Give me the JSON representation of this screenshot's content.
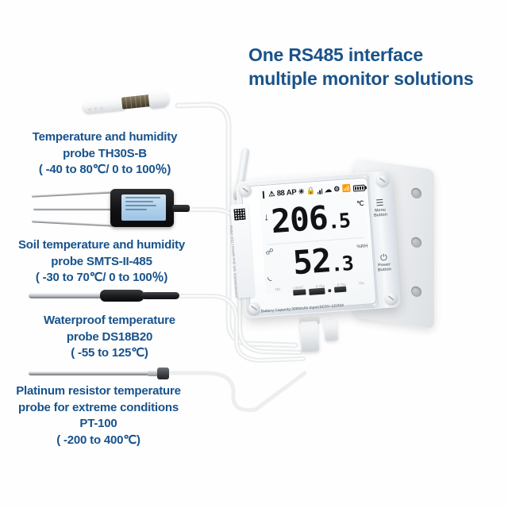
{
  "headline": {
    "line1": "One RS485 interface",
    "line2": "multiple monitor solutions",
    "color": "#1a5289"
  },
  "probes": [
    {
      "id": "th30s-b",
      "name_line1": "Temperature and humidity",
      "name_line2": "probe TH30S-B",
      "range": "( -40 to 80℃/ 0 to 100％)"
    },
    {
      "id": "smts-ii-485",
      "name_line1": "Soil temperature and humidity",
      "name_line2": "probe SMTS-II-485",
      "range": "( -30 to 70℃/ 0 to 100％)"
    },
    {
      "id": "ds18b20",
      "name_line1": "Waterproof temperature",
      "name_line2": "probe DS18B20",
      "range": "( -55 to 125℃)"
    },
    {
      "id": "pt-100",
      "name_line1": "Platinum resistor temperature",
      "name_line2": "probe for extreme conditions",
      "name_line3": "PT-100",
      "range": "( -200 to 400℃)"
    }
  ],
  "device": {
    "display": {
      "status_bar": {
        "battery_low_icon": "battery-low-icon",
        "alarm_icon": "⚠",
        "counter": "88",
        "mode": "AP",
        "bluetooth_icon": "✶",
        "lock_icon": "lock-icon",
        "signal_icon": "signal-bars-icon",
        "cloud_icon": "cloud-icon",
        "gear_icon": "⚙",
        "wifi_icon": "wifi-icon",
        "battery_icon": "battery-icon"
      },
      "temperature": {
        "whole": "206",
        "decimal": ".5",
        "unit": "℃",
        "trend_icon": "↓"
      },
      "humidity": {
        "whole": "52",
        "decimal": ".3",
        "unit": "%RH",
        "drop_icon": "humidity-icon"
      },
      "foot_labels": [
        "HD",
        "LIGHT",
        "0.72a",
        "0.72a",
        "72a"
      ]
    },
    "buttons": [
      {
        "icon": "menu-icon",
        "label_line1": "Menu",
        "label_line2": "Button",
        "glyph": "☰"
      },
      {
        "icon": "power-icon",
        "label_line1": "Power",
        "label_line2": "Button",
        "glyph": "⏻"
      }
    ],
    "spec_text": "Battery Capacity:3000mAh    Input:DC5V~12V/2A",
    "side_label": "Model: GS1 / RS485 IP65   S/N: 0000000000000",
    "qr_code": "qr-code",
    "antenna": "antenna"
  }
}
